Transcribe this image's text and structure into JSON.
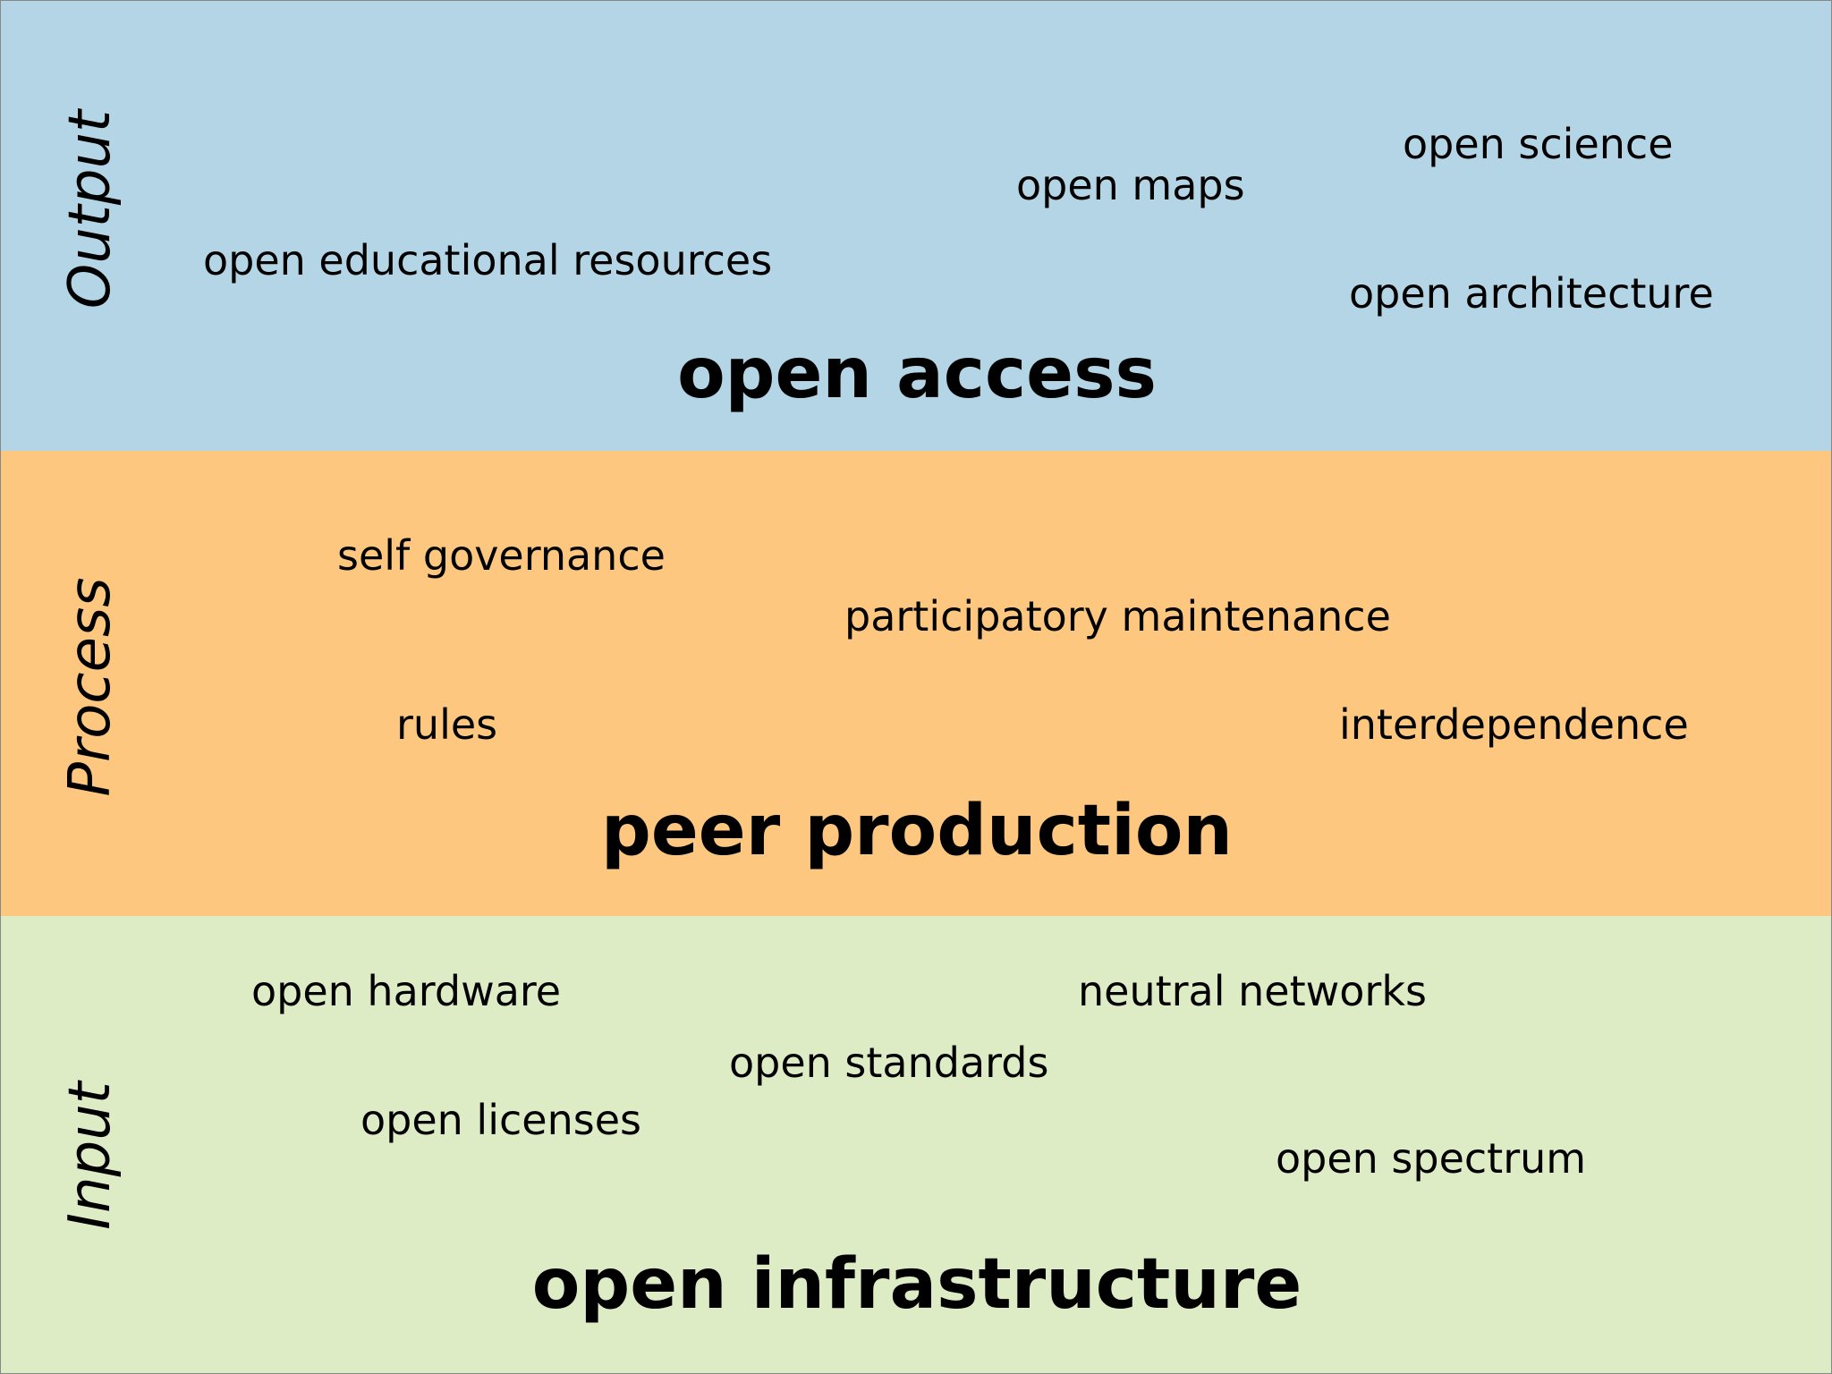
{
  "colors": {
    "output_band": "#b3d5e6",
    "process_band": "#fec780",
    "input_band": "#deecc5"
  },
  "output": {
    "side_label": "Output",
    "headline": "open access",
    "terms": [
      "open educational resources",
      "open maps",
      "open science",
      "open architecture"
    ]
  },
  "process": {
    "side_label": "Process",
    "headline": "peer production",
    "terms": [
      "self governance",
      "participatory maintenance",
      "rules",
      "interdependence"
    ]
  },
  "input": {
    "side_label": "Input",
    "headline": "open infrastructure",
    "terms": [
      "open hardware",
      "neutral networks",
      "open standards",
      "open licenses",
      "open spectrum"
    ]
  }
}
